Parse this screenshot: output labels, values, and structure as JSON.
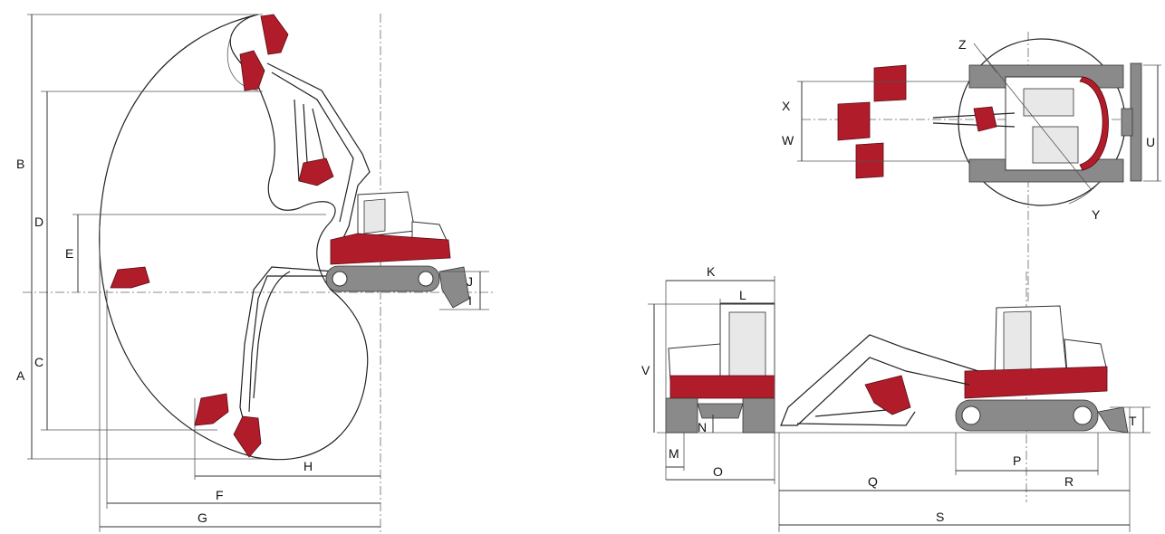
{
  "colors": {
    "accent": "#b01c2a",
    "track": "#8a8a8a",
    "line": "#333333"
  },
  "labels": {
    "A": "A",
    "B": "B",
    "C": "C",
    "D": "D",
    "E": "E",
    "F": "F",
    "G": "G",
    "H": "H",
    "I": "I",
    "J": "J",
    "K": "K",
    "L": "L",
    "M": "M",
    "N": "N",
    "O": "O",
    "P": "P",
    "Q": "Q",
    "R": "R",
    "S": "S",
    "T": "T",
    "U": "U",
    "V": "V",
    "W": "W",
    "X": "X",
    "Y": "Y",
    "Z": "Z"
  }
}
